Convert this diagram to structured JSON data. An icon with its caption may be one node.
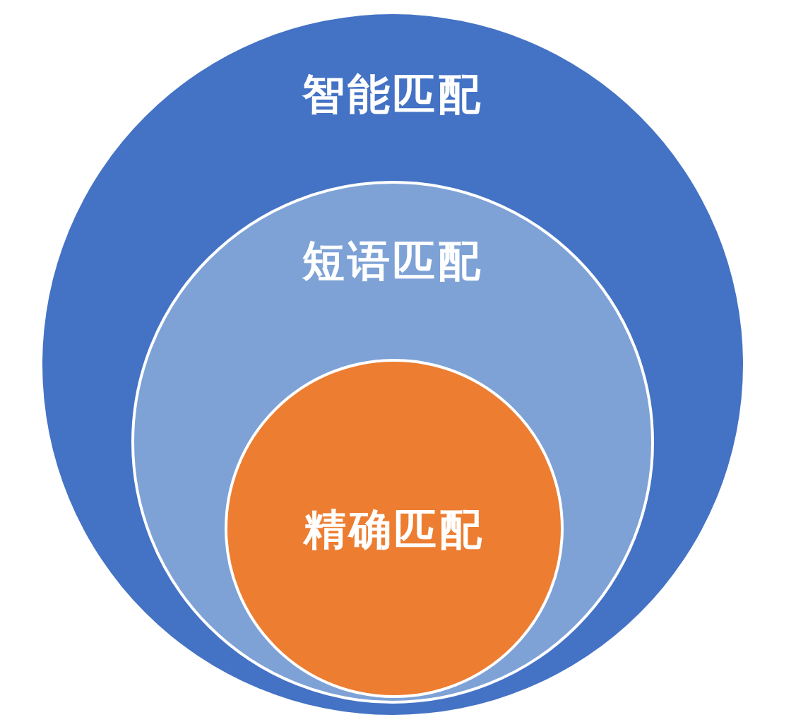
{
  "diagram": {
    "nodes": [
      {
        "text": [
          "智能匹配"
        ]
      },
      {
        "text": [
          "短语匹配"
        ],
        "in": 0
      },
      {
        "text": [
          "精确匹配"
        ],
        "in": 1
      }
    ]
  }
}
